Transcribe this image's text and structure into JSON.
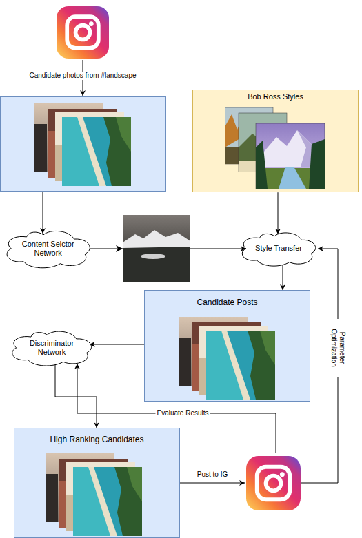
{
  "diagram": {
    "nodes": [
      {
        "text": [
          "Bob Ross Styles"
        ]
      },
      {
        "text": [
          "Content Selctor Network"
        ]
      },
      {
        "text": [
          "Style Transfer"
        ]
      },
      {
        "text": [
          "Candidate Posts"
        ]
      },
      {
        "text": [
          "Discriminator Network"
        ]
      },
      {
        "text": [
          "High Ranking Candidates"
        ]
      }
    ],
    "edges": [
      {
        "from": 0,
        "to": 2,
        "arrow": "to"
      },
      {
        "from": 1,
        "to": 2,
        "arrow": "to"
      },
      {
        "from": 2,
        "to": 3,
        "arrow": "to"
      },
      {
        "from": 3,
        "to": 4,
        "arrow": "to"
      },
      {
        "from": 4,
        "to": 5,
        "arrow": "to"
      }
    ],
    "labels": [
      "Candidate photos from #landscape",
      "Parameter Optimization",
      "Evaluate Results",
      "Post to IG"
    ]
  }
}
